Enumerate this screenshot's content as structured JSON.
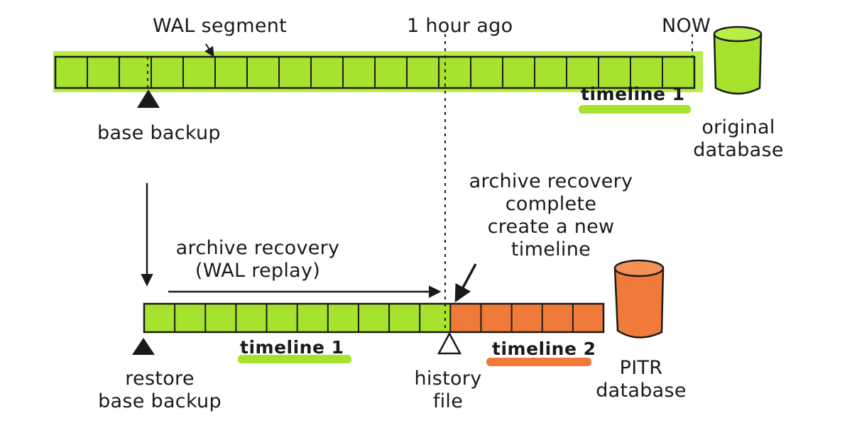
{
  "labels": {
    "wal_segment": "WAL segment",
    "one_hour_ago": "1 hour ago",
    "now": "NOW",
    "timeline_top": "timeline 1",
    "base_backup": "base backup",
    "original_database": [
      "original",
      "database"
    ],
    "archive_complete": [
      "archive recovery",
      "complete",
      "create a new",
      "timeline"
    ],
    "archive_recovery": [
      "archive recovery",
      "(WAL replay)"
    ],
    "timeline_bottom_1": "timeline 1",
    "timeline_bottom_2": "timeline 2",
    "restore_base_backup": [
      "restore",
      "base backup"
    ],
    "history_file": [
      "history",
      "file"
    ],
    "pitr_database": [
      "PITR",
      "database"
    ]
  },
  "colors": {
    "timeline1": "#a6e22e",
    "timeline2": "#f07a3a",
    "ink": "#1a1a1a"
  },
  "top_bar": {
    "segments": 20,
    "timeline": "timeline 1"
  },
  "bottom_bar": {
    "timeline1_segments": 10,
    "timeline2_segments": 5
  }
}
